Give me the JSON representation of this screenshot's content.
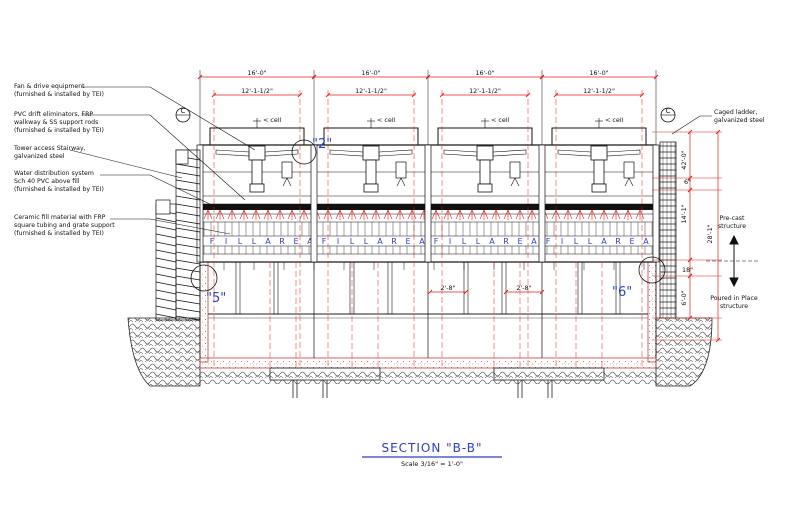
{
  "labels": {
    "fan": [
      "Fan & drive equipment",
      "(furnished & installed by TEI)"
    ],
    "drift": [
      "PVC drift eliminators, FRP",
      "walkway & SS support rods",
      "(furnished & installed by TEI)"
    ],
    "stair": [
      "Tower access Stairway,",
      "galvanized steel"
    ],
    "water": [
      "Water distribution system",
      "Sch 40 PVC above fill",
      "(furnished & installed by TEI)"
    ],
    "fill": [
      "Ceramic fill material with FRP",
      "square tubing and grate support",
      "(furnished & installed by TEI)"
    ],
    "ladder": [
      "Caged ladder,",
      "galvanized steel"
    ],
    "precast": [
      "Pre-cast",
      "structure"
    ],
    "poured": [
      "Poured in Place",
      "structure"
    ]
  },
  "dims": {
    "cell_width": "16'-0\"",
    "inner_width": "12'-1-1/2\"",
    "cell_label": "< cell",
    "v1": "42'-0\"",
    "v2": "6\"",
    "v3": "14'-1\"",
    "v4": "18\"",
    "v5": "6'-0\"",
    "v_total": "28'-1\"",
    "h1": "2'-8\"",
    "h2": "2'-8\""
  },
  "markers": {
    "c_left": "C",
    "c_right": "C"
  },
  "details": {
    "d2": "\"2\"",
    "d5": "\"5\"",
    "d6": "\"6\""
  },
  "fill_area": "FILL AREA",
  "title": "SECTION \"B-B\"",
  "scale": "Scale 3/16\" = 1'-0\"",
  "colors": {
    "dim_red": "#e0201e",
    "blue": "#2b3fbf",
    "line": "#111111"
  }
}
